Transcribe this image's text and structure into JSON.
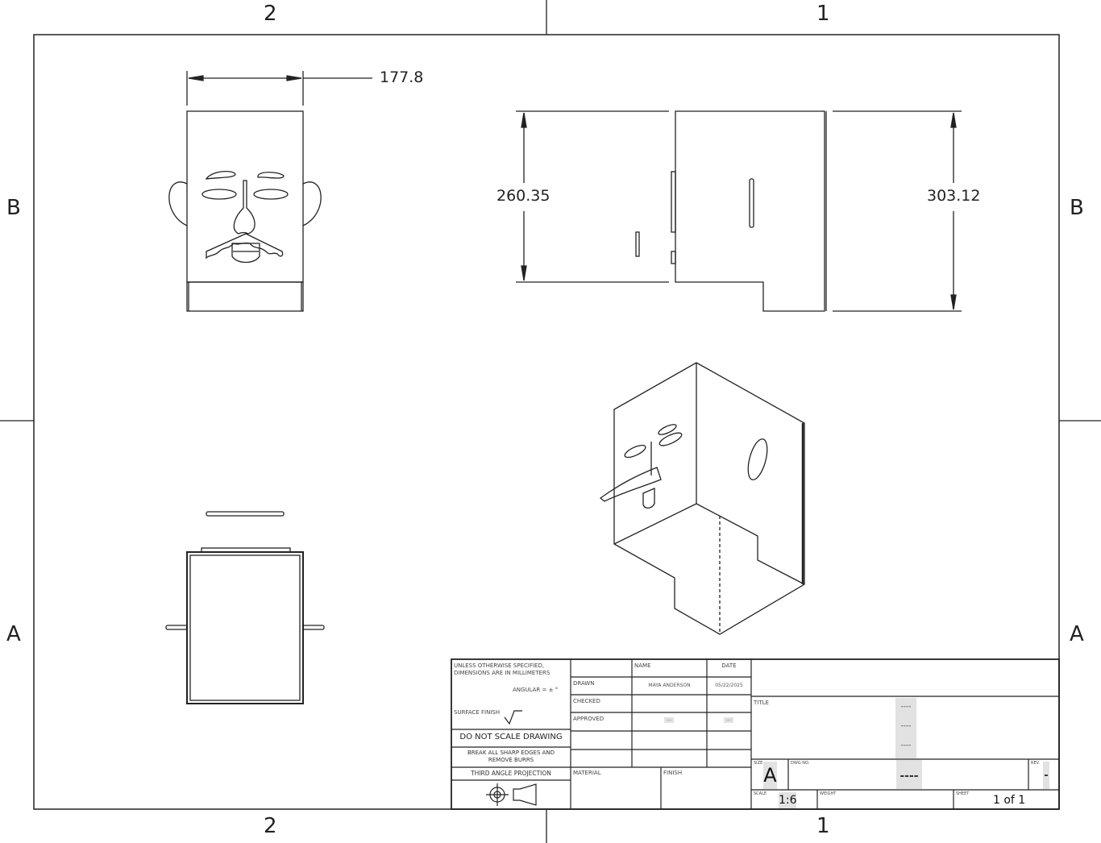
{
  "zones": {
    "top": [
      "2",
      "1"
    ],
    "bottom": [
      "2",
      "1"
    ],
    "left": [
      "B",
      "A"
    ],
    "right": [
      "B",
      "A"
    ]
  },
  "dimensions": {
    "width": "177.8",
    "height_left": "260.35",
    "height_right": "303.12"
  },
  "title_block": {
    "notes": {
      "line1": "UNLESS OTHERWISE SPECIFIED,",
      "line2": "DIMENSIONS ARE IN MILLIMETERS",
      "angular": "ANGULAR = ± °",
      "surface_finish": "SURFACE FINISH",
      "do_not_scale": "DO NOT SCALE DRAWING",
      "break_edges_1": "BREAK ALL SHARP EDGES AND",
      "break_edges_2": "REMOVE BURRS",
      "projection": "THIRD ANGLE PROJECTION"
    },
    "headers": {
      "name": "NAME",
      "date": "DATE"
    },
    "rows": [
      {
        "label": "DRAWN",
        "name": "MAYA ANDERSON",
        "date": "05/22/2025"
      },
      {
        "label": "CHECKED",
        "name": "",
        "date": ""
      },
      {
        "label": "APPROVED",
        "name": "---",
        "date": "---"
      }
    ],
    "material_label": "MATERIAL",
    "finish_label": "FINISH",
    "title_label": "TITLE",
    "title_lines": [
      "----",
      "----",
      "----"
    ],
    "size_label": "SIZE",
    "size": "A",
    "dwg_no_label": "DWG NO.",
    "dwg_no": "----",
    "rev_label": "REV.",
    "rev": "-",
    "scale_label": "SCALE",
    "scale": "1:6",
    "weight_label": "WEIGHT",
    "sheet_label": "SHEET",
    "sheet": "1 of 1"
  }
}
